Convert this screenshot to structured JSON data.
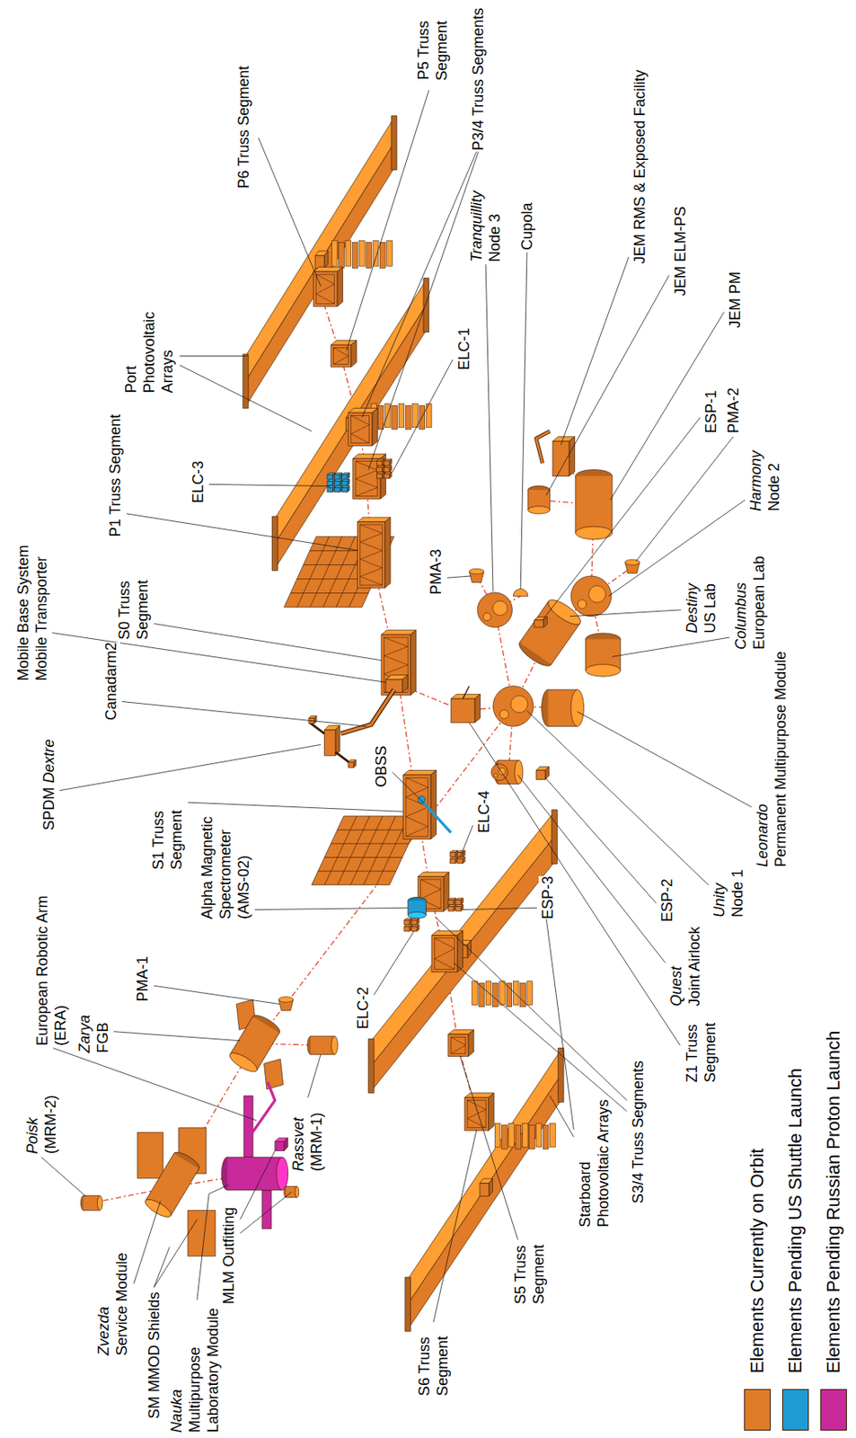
{
  "diagram": {
    "labels": [
      "Poisk (MRM-2)",
      "Zvezda Service Module",
      "SM MMOD Shields",
      "Nauka Multipurpose Laboratory Module",
      "MLM Outfitting",
      "Rassvet (MRM-1)",
      "European Robotic Arm (ERA)",
      "Zarya FGB",
      "PMA-1",
      "ELC-2",
      "S6 Truss Segment",
      "S5 Truss Segment",
      "Starboard Photovoltaic Arrays",
      "S3/4 Truss Segments",
      "Z1 Truss Segment",
      "Quest Joint Airlock",
      "ESP-2",
      "Unity Node 1",
      "Leonardo Permanent Multipurpose Module",
      "Columbus European Lab",
      "Destiny US Lab",
      "Harmony Node 2",
      "PMA-2",
      "ESP-1",
      "JEM PM",
      "JEM ELM-PS",
      "JEM RMS & Exposed Facility",
      "Cupola",
      "Tranquillity Node 3",
      "P3/4 Truss Segments",
      "P5 Truss Segment",
      "P6 Truss Segment",
      "Port Photovoltaic Arrays",
      "ELC-1",
      "ELC-3",
      "P1 Truss Segment",
      "PMA-3",
      "S0 Truss Segment",
      "Mobile Base System Mobile Transporter",
      "Canadarm2",
      "SPDM Dextre",
      "OBSS",
      "S1 Truss Segment",
      "Alpha Magnetic Spectrometer (AMS-02)",
      "ELC-4",
      "ESP-3"
    ],
    "legend": [
      {
        "text": "Elements Currently on Orbit",
        "color": "#e07b27"
      },
      {
        "text": "Elements Pending US Shuttle Launch",
        "color": "#1f9bd3"
      },
      {
        "text": "Elements Pending Russian Proton Launch",
        "color": "#c9299b"
      }
    ]
  }
}
